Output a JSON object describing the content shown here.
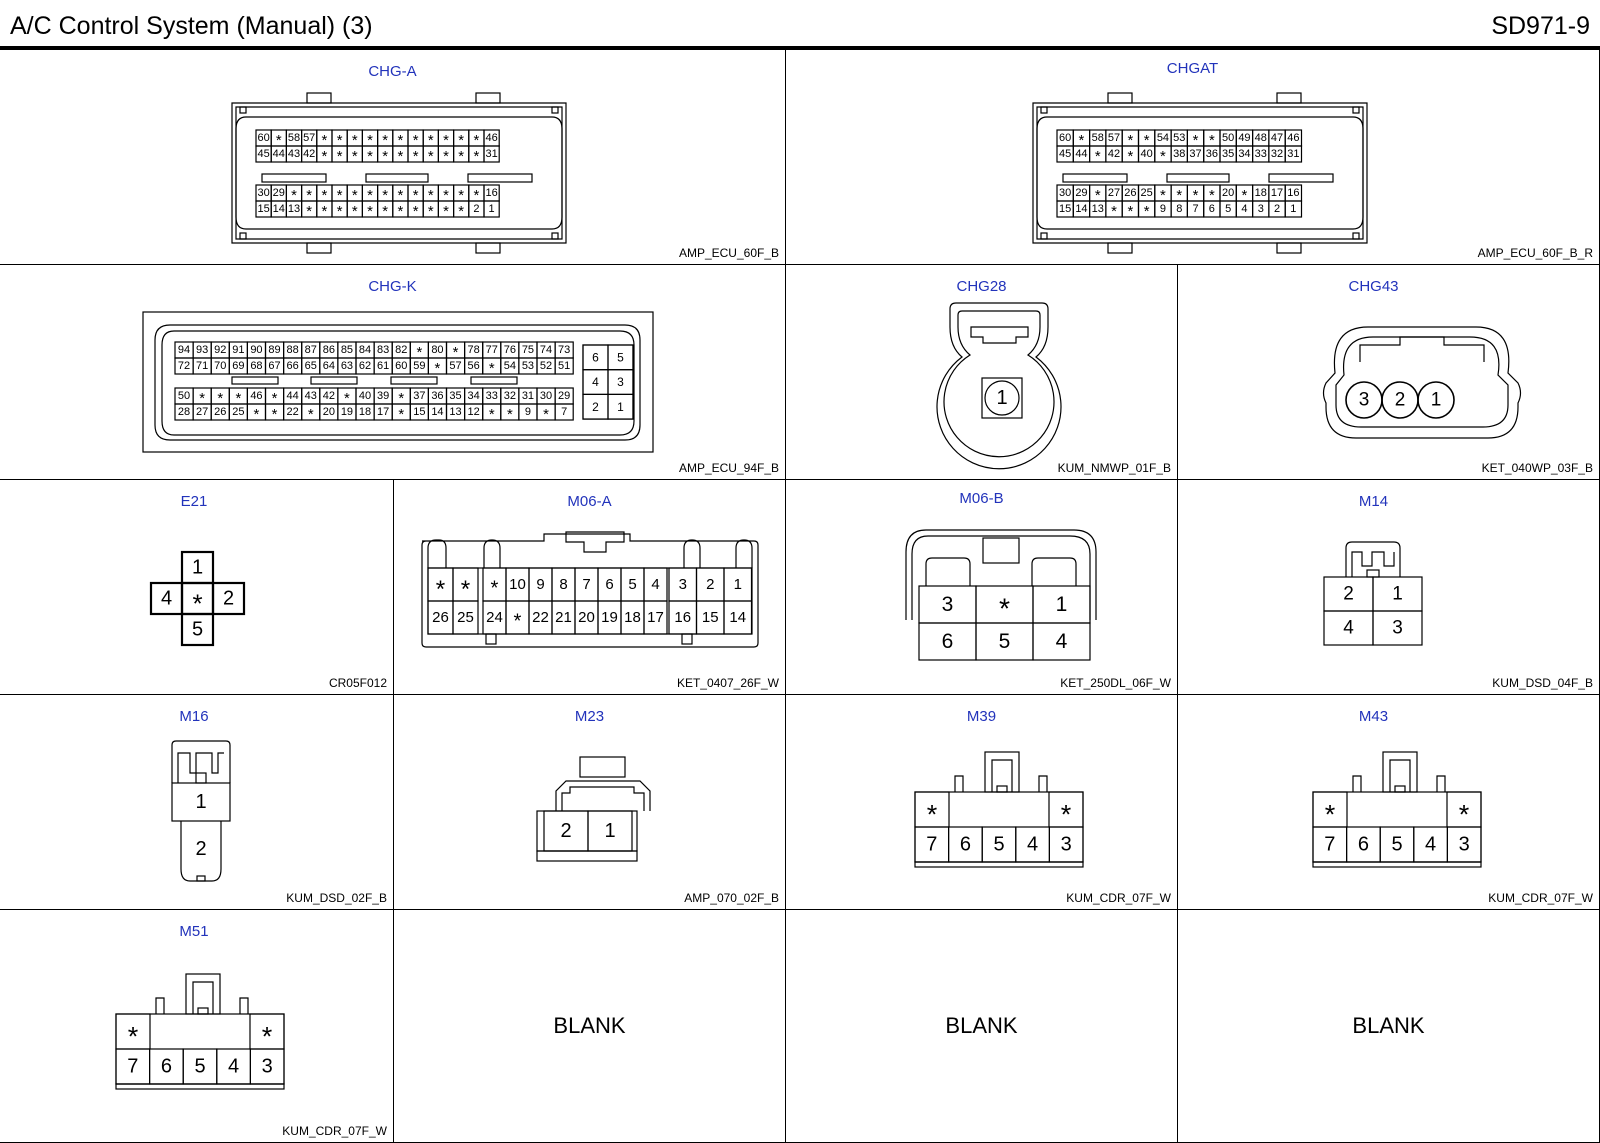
{
  "header": {
    "title": "A/C Control System (Manual) (3)",
    "code": "SD971-9"
  },
  "connectors": [
    {
      "key": "chg-a",
      "name": "CHG-A",
      "code": "AMP_ECU_60F_B"
    },
    {
      "key": "chgat",
      "name": "CHGAT",
      "code": "AMP_ECU_60F_B_R"
    },
    {
      "key": "chg-k",
      "name": "CHG-K",
      "code": "AMP_ECU_94F_B"
    },
    {
      "key": "chg28",
      "name": "CHG28",
      "code": "KUM_NMWP_01F_B"
    },
    {
      "key": "chg43",
      "name": "CHG43",
      "code": "KET_040WP_03F_B"
    },
    {
      "key": "e21",
      "name": "E21",
      "code": "CR05F012"
    },
    {
      "key": "m06-a",
      "name": "M06-A",
      "code": "KET_0407_26F_W"
    },
    {
      "key": "m06-b",
      "name": "M06-B",
      "code": "KET_250DL_06F_W"
    },
    {
      "key": "m14",
      "name": "M14",
      "code": "KUM_DSD_04F_B"
    },
    {
      "key": "m16",
      "name": "M16",
      "code": "KUM_DSD_02F_B"
    },
    {
      "key": "m23",
      "name": "M23",
      "code": "AMP_070_02F_B"
    },
    {
      "key": "m39",
      "name": "M39",
      "code": "KUM_CDR_07F_W"
    },
    {
      "key": "m43",
      "name": "M43",
      "code": "KUM_CDR_07F_W"
    },
    {
      "key": "m51",
      "name": "M51",
      "code": "KUM_CDR_07F_W"
    }
  ],
  "blank_label": "BLANK",
  "pins": {
    "chg-a": [
      [
        "60",
        "*",
        "58",
        "57",
        "*",
        "*",
        "*",
        "*",
        "*",
        "*",
        "*",
        "*",
        "*",
        "*",
        "*",
        "46"
      ],
      [
        "45",
        "44",
        "43",
        "42",
        "*",
        "*",
        "*",
        "*",
        "*",
        "*",
        "*",
        "*",
        "*",
        "*",
        "*",
        "31"
      ],
      [
        "30",
        "29",
        "*",
        "*",
        "*",
        "*",
        "*",
        "*",
        "*",
        "*",
        "*",
        "*",
        "*",
        "*",
        "*",
        "16"
      ],
      [
        "15",
        "14",
        "13",
        "*",
        "*",
        "*",
        "*",
        "*",
        "*",
        "*",
        "*",
        "*",
        "*",
        "*",
        "2",
        "1"
      ]
    ],
    "chgat": [
      [
        "60",
        "*",
        "58",
        "57",
        "*",
        "*",
        "54",
        "53",
        "*",
        "*",
        "50",
        "49",
        "48",
        "47",
        "46"
      ],
      [
        "45",
        "44",
        "*",
        "42",
        "*",
        "40",
        "*",
        "38",
        "37",
        "36",
        "35",
        "34",
        "33",
        "32",
        "31"
      ],
      [
        "30",
        "29",
        "*",
        "27",
        "26",
        "25",
        "*",
        "*",
        "*",
        "*",
        "20",
        "*",
        "18",
        "17",
        "16"
      ],
      [
        "15",
        "14",
        "13",
        "*",
        "*",
        "*",
        "9",
        "8",
        "7",
        "6",
        "5",
        "4",
        "3",
        "2",
        "1"
      ]
    ],
    "chg-k": [
      [
        "94",
        "93",
        "92",
        "91",
        "90",
        "89",
        "88",
        "87",
        "86",
        "85",
        "84",
        "83",
        "82",
        "*",
        "80",
        "*",
        "78",
        "77",
        "76",
        "75",
        "74",
        "73"
      ],
      [
        "72",
        "71",
        "70",
        "69",
        "68",
        "67",
        "66",
        "65",
        "64",
        "63",
        "62",
        "61",
        "60",
        "59",
        "*",
        "57",
        "56",
        "*",
        "54",
        "53",
        "52",
        "51"
      ],
      [
        "50",
        "*",
        "*",
        "*",
        "46",
        "*",
        "44",
        "43",
        "42",
        "*",
        "40",
        "39",
        "*",
        "37",
        "36",
        "35",
        "34",
        "33",
        "32",
        "31",
        "30",
        "29"
      ],
      [
        "28",
        "27",
        "26",
        "25",
        "*",
        "*",
        "22",
        "*",
        "20",
        "19",
        "18",
        "17",
        "*",
        "15",
        "14",
        "13",
        "12",
        "*",
        "*",
        "9",
        "*",
        "7"
      ]
    ],
    "chg-k-side": [
      [
        "6",
        "5"
      ],
      [
        "4",
        "3"
      ],
      [
        "2",
        "1"
      ]
    ],
    "chg28": [
      "1"
    ],
    "chg43": [
      "3",
      "2",
      "1"
    ],
    "e21": {
      "top": "1",
      "left": "4",
      "center": "*",
      "right": "2",
      "bottom": "5"
    },
    "m06-a": {
      "left": [
        [
          "*",
          "*"
        ],
        [
          "26",
          "25"
        ]
      ],
      "mid_top": [
        "*",
        "10",
        "9",
        "8",
        "7",
        "6",
        "5",
        "4"
      ],
      "mid_bottom": [
        "24",
        "*",
        "22",
        "21",
        "20",
        "19",
        "18",
        "17"
      ],
      "right": [
        [
          "3",
          "2",
          "1"
        ],
        [
          "16",
          "15",
          "14"
        ]
      ]
    },
    "m06-b": [
      [
        "3",
        "*",
        "1"
      ],
      [
        "6",
        "5",
        "4"
      ]
    ],
    "m14": [
      [
        "2",
        "1"
      ],
      [
        "4",
        "3"
      ]
    ],
    "m16": [
      "1",
      "2"
    ],
    "m23": [
      "2",
      "1"
    ],
    "cdr7": {
      "top": [
        "*",
        "*"
      ],
      "bottom": [
        "7",
        "6",
        "5",
        "4",
        "3"
      ]
    }
  }
}
